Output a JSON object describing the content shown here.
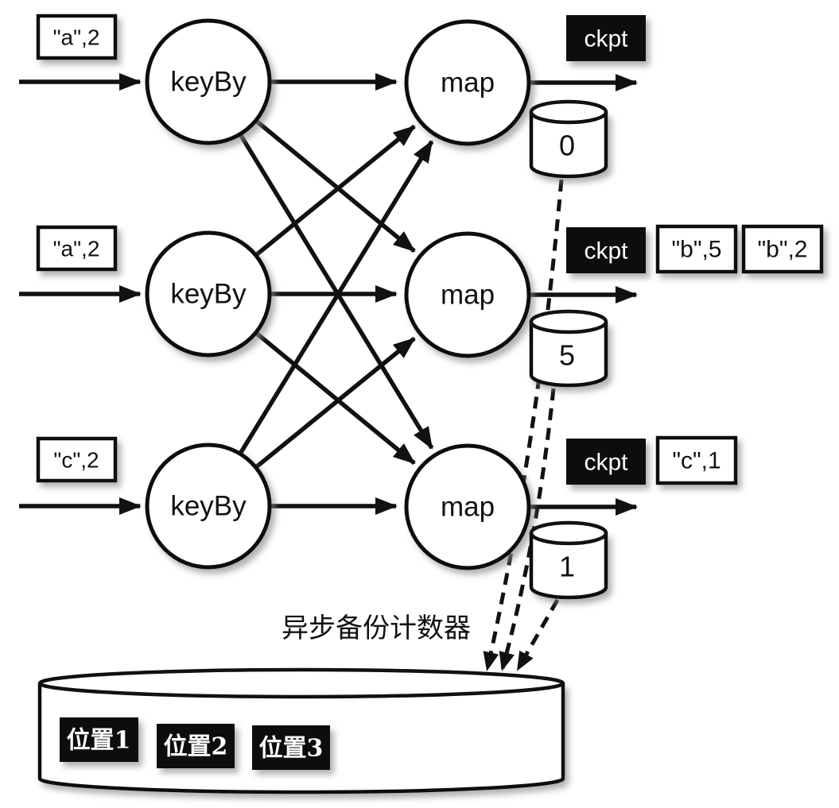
{
  "pipeline": {
    "operator_labels": {
      "keyby": "keyBy",
      "map": "map"
    },
    "rows": [
      {
        "input": "\"a\",2",
        "ckpt": "ckpt",
        "counter": "0"
      },
      {
        "input": "\"a\",2",
        "ckpt": "ckpt",
        "counter": "5"
      },
      {
        "input": "\"c\",2",
        "ckpt": "ckpt",
        "counter": "1"
      }
    ],
    "row2_outputs": [
      "\"b\",5",
      "\"b\",2"
    ],
    "row3_outputs": [
      "\"c\",1"
    ]
  },
  "annotation": {
    "async_backup": "异步备份计数器"
  },
  "storage": {
    "slots": [
      {
        "label": "位置1"
      },
      {
        "label": "位置2"
      },
      {
        "label": "位置3"
      }
    ]
  },
  "colors": {
    "ink": "#111111",
    "badge_bg": "#0a0a0a",
    "badge_text": "#ffffff",
    "fill": "#ffffff"
  }
}
